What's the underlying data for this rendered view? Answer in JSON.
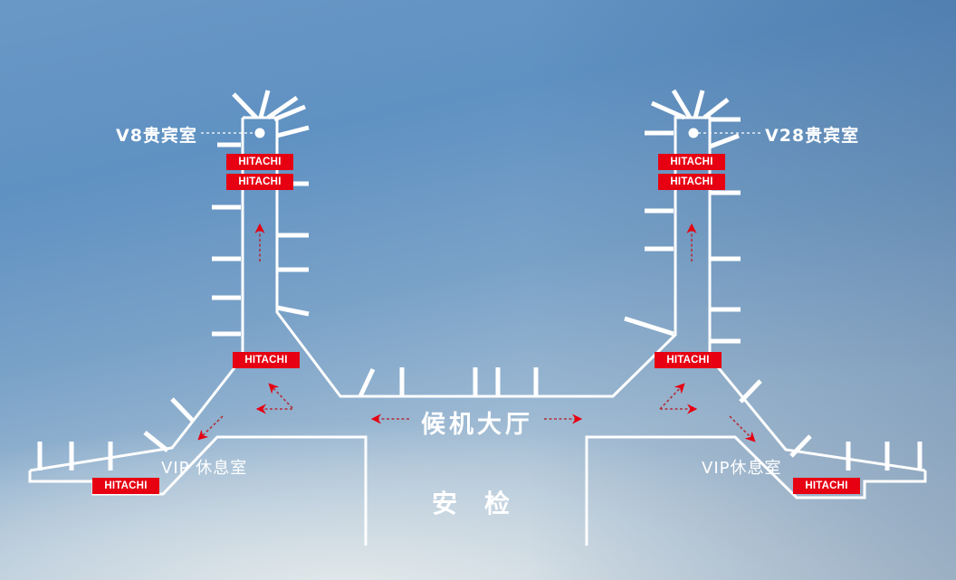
{
  "labels": {
    "vip_room_left": "V8贵宾室",
    "vip_room_right": "V28贵宾室",
    "departure_hall": "候机大厅",
    "security_check": "安检",
    "vip_lounge_left": "VIP 休息室",
    "vip_lounge_right": "VIP休息室"
  },
  "badges": {
    "brand": "HITACHI",
    "color": "#e60012",
    "left_pier_top_1": "HITACHI",
    "left_pier_top_2": "HITACHI",
    "left_junction": "HITACHI",
    "left_lower_pier": "HITACHI",
    "right_pier_top_1": "HITACHI",
    "right_pier_top_2": "HITACHI",
    "right_junction": "HITACHI",
    "right_lower_pier": "HITACHI"
  },
  "colors": {
    "lines": "#ffffff",
    "flow_arrows": "#e60012",
    "sky_top": "#5f91c2",
    "sky_bottom": "#c9d5dd"
  },
  "icons": {
    "vip_marker": "circle-dot",
    "flow_arrow": "dashed-arrow"
  }
}
